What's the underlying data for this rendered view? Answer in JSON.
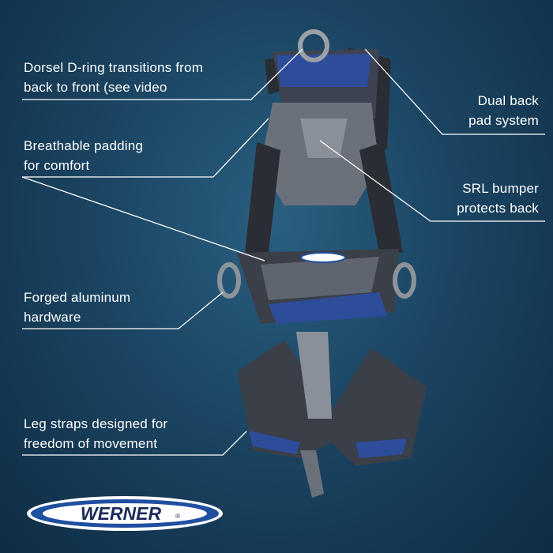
{
  "callouts": {
    "dring": {
      "line1": "Dorsel D-ring transitions from",
      "line2": "back to front (see video"
    },
    "backpad": {
      "line1": "Dual back",
      "line2": "pad system"
    },
    "padding": {
      "line1": "Breathable padding",
      "line2": "for comfort"
    },
    "srl": {
      "line1": "SRL bumper",
      "line2": "protects back"
    },
    "hardware": {
      "line1": "Forged aluminum",
      "line2": "hardware"
    },
    "legs": {
      "line1": "Leg straps designed for",
      "line2": "freedom of movement"
    }
  },
  "logo": {
    "text": "WERNER",
    "registered": "®"
  },
  "colors": {
    "background": "#1b4563",
    "brand_blue": "#1f4fa0",
    "text": "#ffffff"
  }
}
